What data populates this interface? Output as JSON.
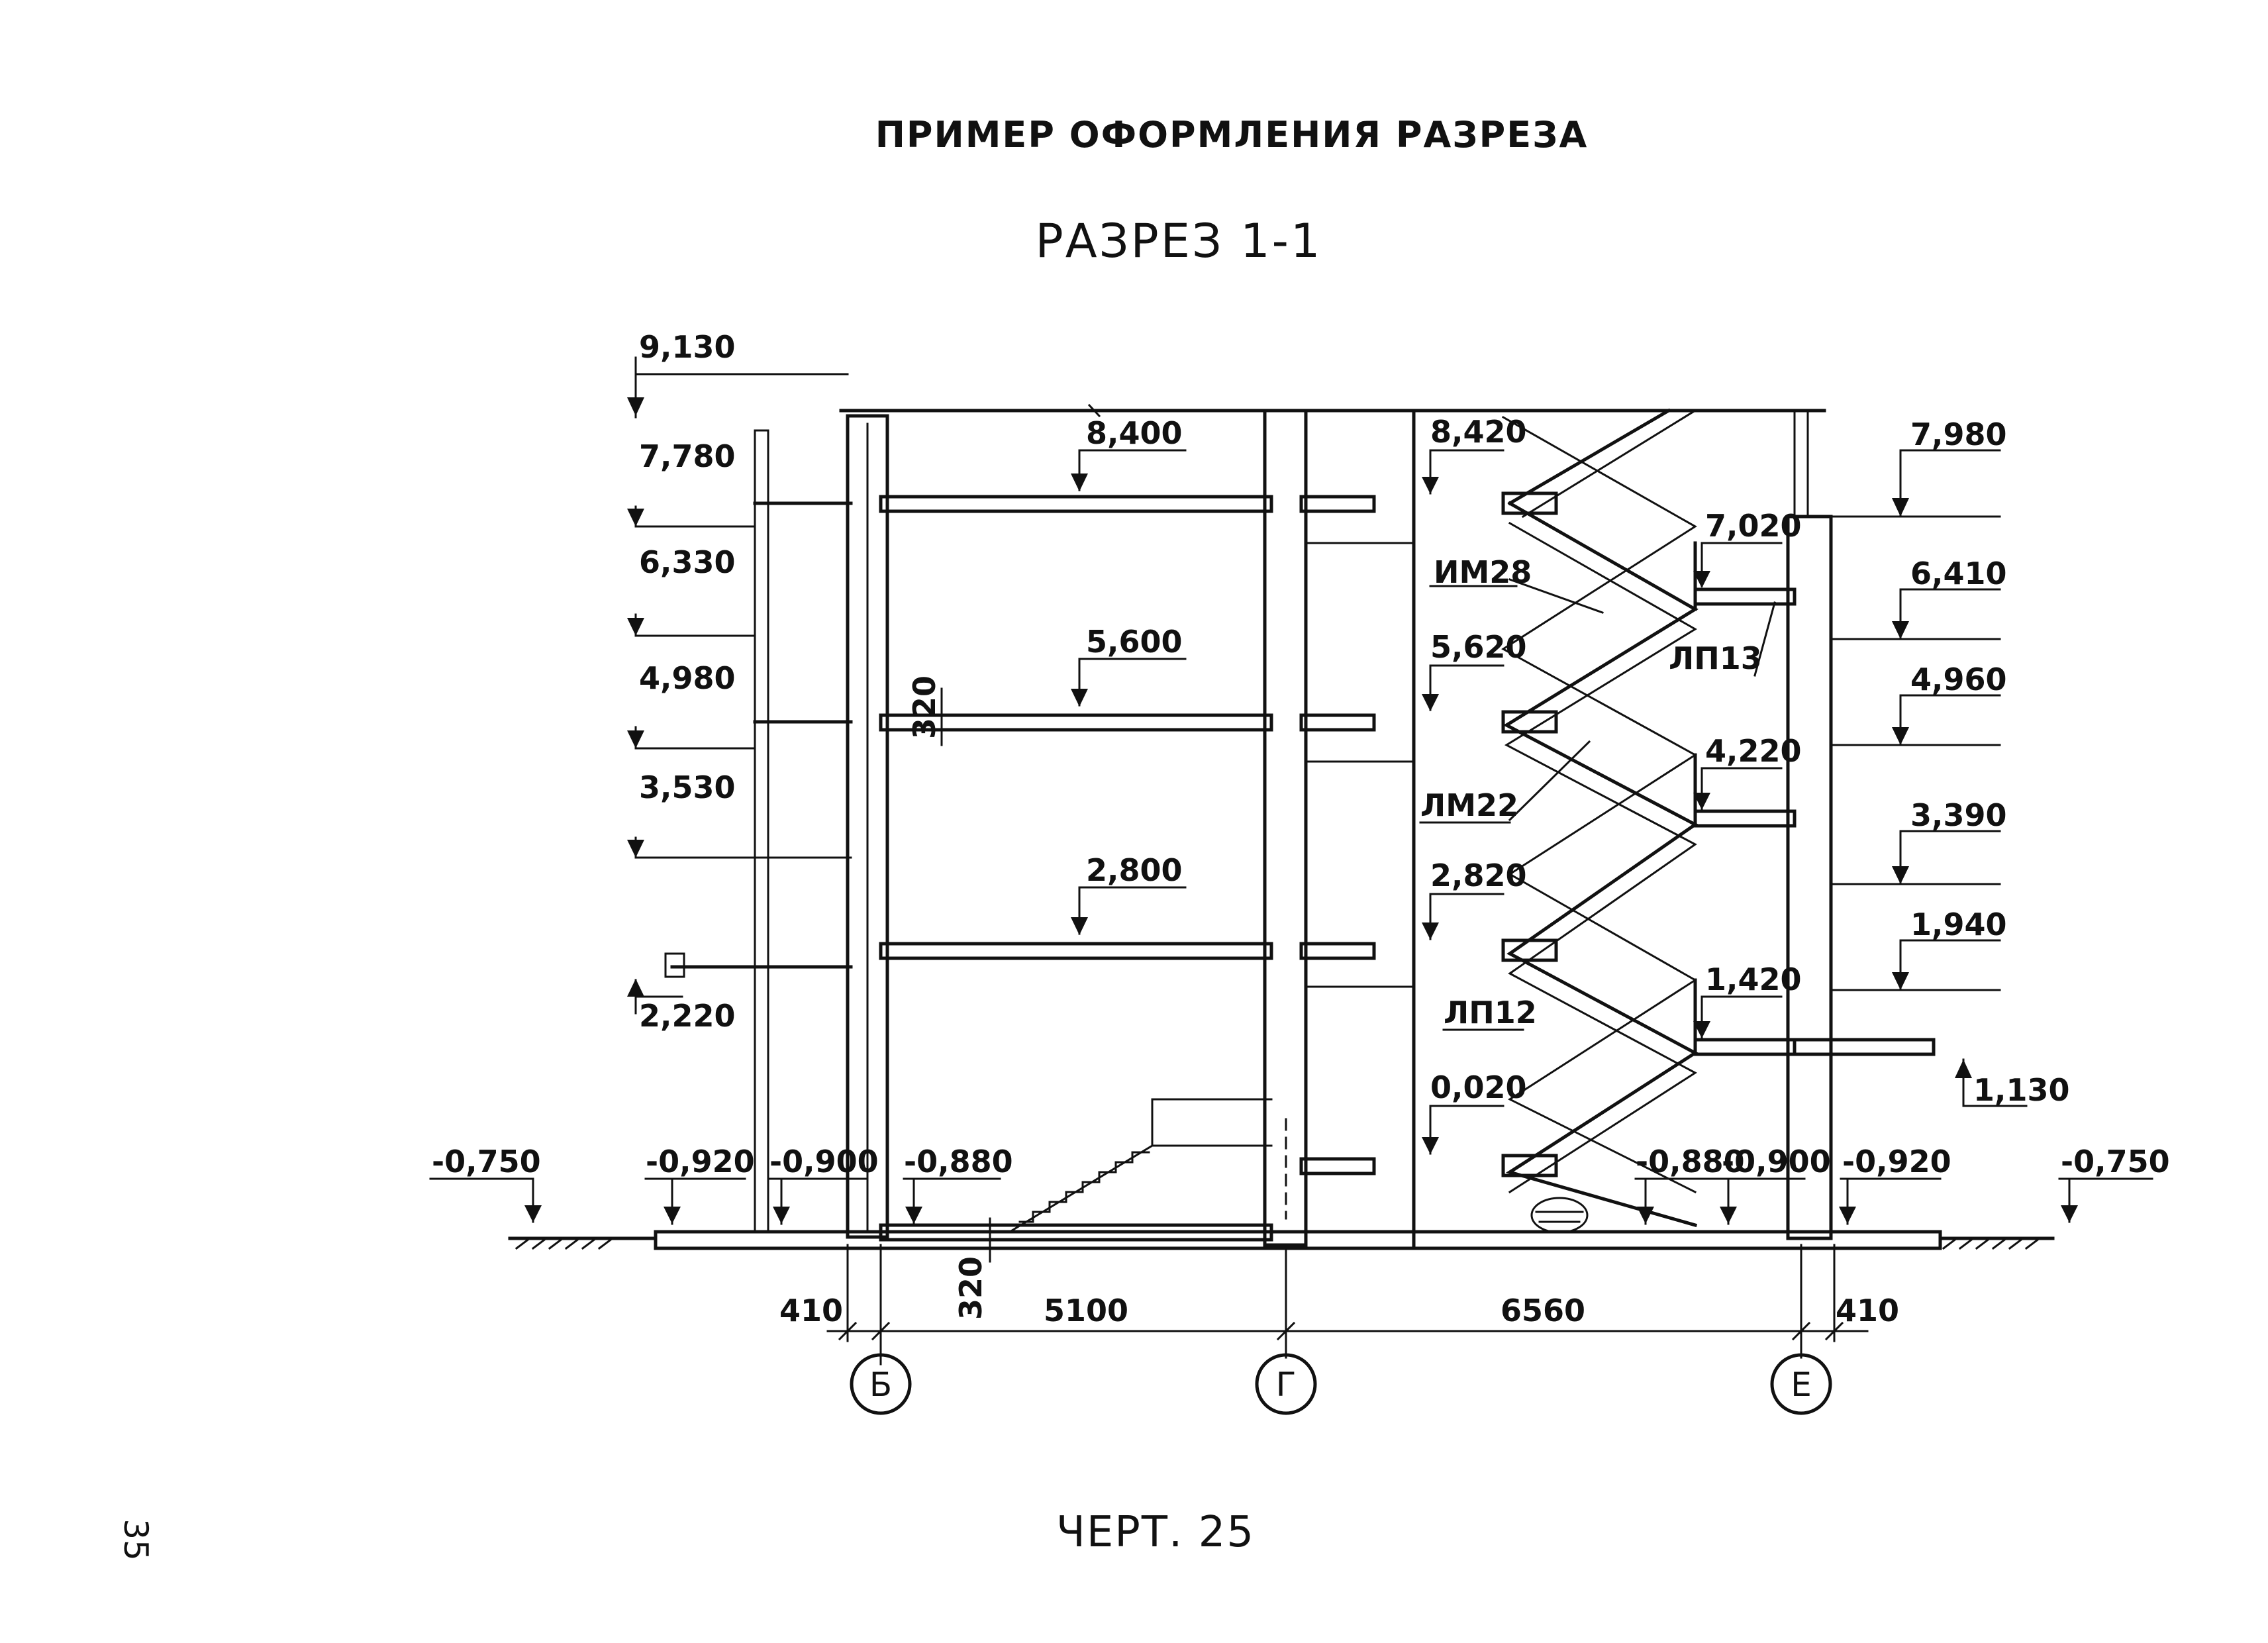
{
  "page": {
    "header": "ПРИМЕР ОФОРМЛЕНИЯ РАЗРЕЗА",
    "section_title": "РАЗРЕЗ 1-1",
    "caption": "ЧЕРТ. 25",
    "page_number": "35"
  },
  "left_marks": [
    {
      "id": "lm1",
      "value": "9,130"
    },
    {
      "id": "lm2",
      "value": "7,780"
    },
    {
      "id": "lm3",
      "value": "6,330"
    },
    {
      "id": "lm4",
      "value": "4,980"
    },
    {
      "id": "lm5",
      "value": "3,530"
    },
    {
      "id": "lm6",
      "value": "2,220"
    }
  ],
  "right_marks": [
    {
      "id": "rm1",
      "value": "7,980"
    },
    {
      "id": "rm2",
      "value": "6,410"
    },
    {
      "id": "rm3",
      "value": "4,960"
    },
    {
      "id": "rm4",
      "value": "3,390"
    },
    {
      "id": "rm5",
      "value": "1,940"
    },
    {
      "id": "rm6",
      "value": "1,130"
    }
  ],
  "floor_marks": [
    {
      "id": "fm1",
      "value": "8,400"
    },
    {
      "id": "fm2",
      "value": "5,600"
    },
    {
      "id": "fm3",
      "value": "2,800"
    }
  ],
  "stair_marks": [
    {
      "id": "sm1",
      "value": "8,420"
    },
    {
      "id": "sm2",
      "value": "7,020"
    },
    {
      "id": "sm3",
      "value": "5,620"
    },
    {
      "id": "sm4",
      "value": "4,220"
    },
    {
      "id": "sm5",
      "value": "2,820"
    },
    {
      "id": "sm6",
      "value": "1,420"
    },
    {
      "id": "sm7",
      "value": "0,020"
    }
  ],
  "ground_marks": [
    {
      "id": "gm1",
      "value": "-0,750"
    },
    {
      "id": "gm2",
      "value": "-0,920"
    },
    {
      "id": "gm3",
      "value": "-0,900"
    },
    {
      "id": "gm4",
      "value": "-0,880"
    },
    {
      "id": "gm5",
      "value": "-0,880"
    },
    {
      "id": "gm6",
      "value": "-0,900"
    },
    {
      "id": "gm7",
      "value": "-0,920"
    },
    {
      "id": "gm8",
      "value": "-0,750"
    }
  ],
  "element_labels": {
    "im28": "ИМ28",
    "lp13": "ЛП13",
    "lm22": "ЛМ22",
    "lp12": "ЛП12"
  },
  "slab_dims": {
    "upper": "320",
    "lower": "320"
  },
  "dimension_chain": [
    "410",
    "5100",
    "6560",
    "410"
  ],
  "axes": [
    "Б",
    "Г",
    "Е"
  ]
}
